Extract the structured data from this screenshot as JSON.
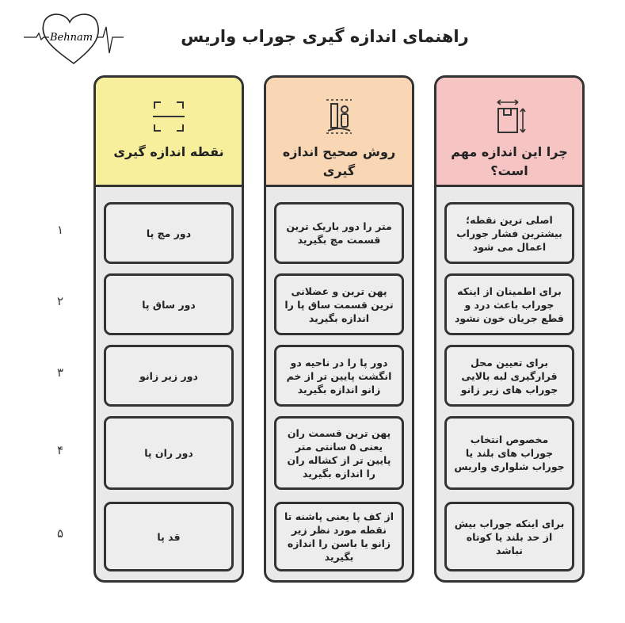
{
  "title": "راهنمای اندازه گیری جوراب واریس",
  "logo": {
    "text": "Behnam",
    "icon": "heart-ekg-logo"
  },
  "colors": {
    "col_point": "#f7ef9c",
    "col_method": "#f9d6b4",
    "col_why": "#f6c4c2",
    "panel": "#e9e9e9",
    "border": "#333333"
  },
  "columns": [
    {
      "key": "why",
      "header": "چرا این اندازه مهم است؟",
      "icon": "box-dimensions-icon",
      "cells": [
        "اصلی ترین نقطه؛ بیشترین فشار جوراب اعمال می شود",
        "برای اطمینان از اینکه جوراب باعث درد و قطع جریان خون نشود",
        "برای تعیین محل قرارگیری لبه بالایی جوراب های زیر زانو",
        "مخصوص انتخاب جوراب های بلند یا جوراب شلواری واریس",
        "برای اینکه جوراب بیش از حد بلند یا کوتاه نباشد"
      ]
    },
    {
      "key": "method",
      "header": "روش صحیح اندازه گیری",
      "icon": "height-measure-icon",
      "cells": [
        "متر را دور باریک ترین قسمت مچ بگیرید",
        "پهن ترین و عضلانی ترین قسمت ساق پا را اندازه بگیرید",
        "دور پا را در ناحیه دو انگشت پایین تر از خم زانو اندازه بگیرید",
        "پهن ترین قسمت ران یعنی ۵ سانتی متر پایین تر از کشاله ران را اندازه بگیرید",
        "از کف پا یعنی پاشنه تا نقطه مورد نظر زیر زانو یا باسن را اندازه بگیرید"
      ]
    },
    {
      "key": "point",
      "header": "نقطه اندازه گیری",
      "icon": "scan-frame-icon",
      "cells": [
        "دور مچ پا",
        "دور ساق پا",
        "دور زیر زانو",
        "دور ران پا",
        "قد پا"
      ]
    }
  ],
  "row_numbers": [
    "۱",
    "۲",
    "۳",
    "۴",
    "۵"
  ]
}
